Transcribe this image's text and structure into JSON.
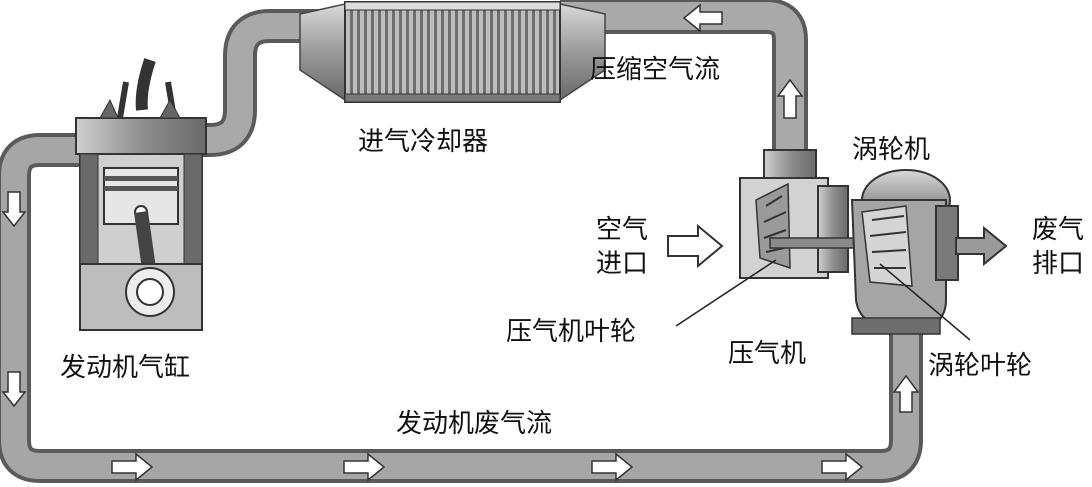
{
  "labels": {
    "compressed_air_flow": "压缩空气流",
    "intercooler": "进气冷却器",
    "turbine": "涡轮机",
    "air_inlet_line1": "空气",
    "air_inlet_line2": "进口",
    "exhaust_outlet_line1": "废气",
    "exhaust_outlet_line2": "排口",
    "compressor_impeller": "压气机叶轮",
    "compressor": "压气机",
    "turbine_impeller": "涡轮叶轮",
    "engine_cylinder": "发动机气缸",
    "engine_exhaust_flow": "发动机废气流"
  },
  "colors": {
    "pipe": "#9a9a9a",
    "pipe_dark": "#5a5a5a",
    "arrow_fill": "#ffffff",
    "text": "#111111"
  }
}
